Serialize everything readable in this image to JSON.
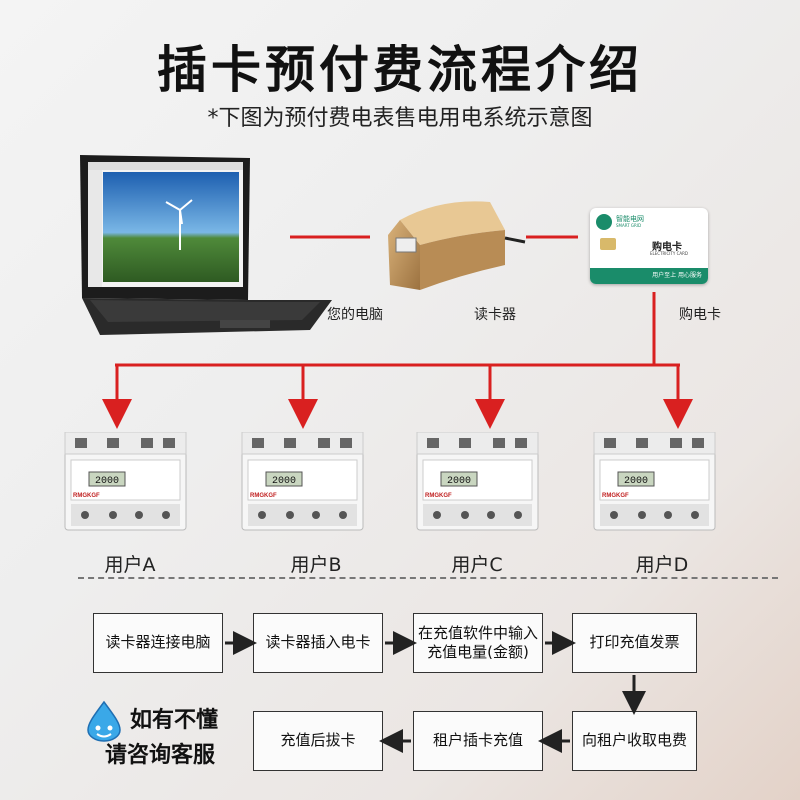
{
  "header": {
    "title": "插卡预付费流程介绍",
    "subtitle": "*下图为预付费电表售电用电系统示意图"
  },
  "devices": {
    "computer_label": "您的电脑",
    "reader_label": "读卡器",
    "card_label": "购电卡",
    "card": {
      "brand": "智能电网",
      "brand_en": "SMART GRID",
      "title": "购电卡",
      "title_en": "ELECTRICITY CARD",
      "slogan": "用户至上 用心服务"
    }
  },
  "users": [
    {
      "label": "用户A"
    },
    {
      "label": "用户B"
    },
    {
      "label": "用户C"
    },
    {
      "label": "用户D"
    }
  ],
  "meter": {
    "brand": "RMGKGF",
    "display": "2000"
  },
  "flow": {
    "row1": [
      "读卡器连接电脑",
      "读卡器插入电卡",
      "在充值软件中输入\n充值电量(金额)",
      "打印充值发票"
    ],
    "row2": [
      "向租户收取电费",
      "租户插卡充值",
      "充值后拔卡"
    ]
  },
  "contact": {
    "line1": "如有不懂",
    "line2": "请咨询客服"
  },
  "colors": {
    "connector": "#d92020",
    "flow_arrow": "#222222"
  }
}
